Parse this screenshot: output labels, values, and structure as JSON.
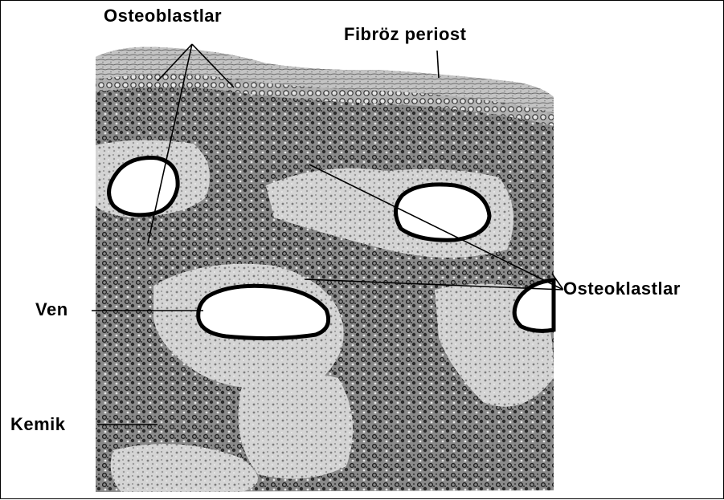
{
  "labels": {
    "osteoblastlar": "Osteoblastlar",
    "fibroz_periost": "Fibröz periost",
    "osteoklastlar": "Osteoklastlar",
    "ven": "Ven",
    "kemik": "Kemik"
  },
  "colors": {
    "tissue_dark": "#555555",
    "tissue_light": "#d6d6d6",
    "line": "#000000",
    "vessel_fill": "#ffffff"
  }
}
